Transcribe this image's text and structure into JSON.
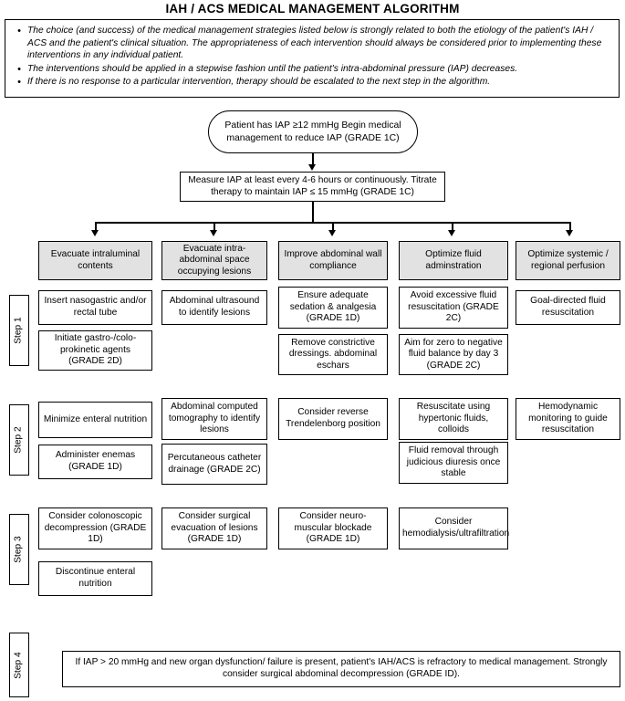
{
  "title": "IAH / ACS MEDICAL MANAGEMENT ALGORITHM",
  "notes": {
    "bullet_glyph": "•",
    "items": [
      "The choice (and success) of the medical management strategies listed below is strongly related to both the etiology of the patient's IAH / ACS and the patient's clinical situation. The appropriateness of each intervention should always be considered prior to implementing these interventions in any individual patient.",
      "The interventions should be applied in a stepwise fashion until the patient's intra-abdominal pressure (IAP) decreases.",
      "If there is no response to a particular intervention, therapy should be escalated to the next step in the algorithm."
    ]
  },
  "flow": {
    "start_node": "Patient has IAP ≥12 mmHg\nBegin medical management to reduce IAP\n(GRADE 1C)",
    "measure_node": "Measure IAP at least every 4-6 hours or continuously.\nTitrate therapy to maintain IAP ≤ 15 mmHg (GRADE 1C)"
  },
  "columns": [
    {
      "header": "Evacuate intraluminal contents"
    },
    {
      "header": "Evacuate intra-abdominal space occupying lesions"
    },
    {
      "header": "Improve abdominal wall compliance"
    },
    {
      "header": "Optimize fluid adminstration"
    },
    {
      "header": "Optimize systemic / regional perfusion"
    }
  ],
  "steps": [
    {
      "label": "Step 1",
      "cells": [
        [
          "Insert nasogastric and/or rectal tube",
          "Initiate gastro-/colo-prokinetic agents (GRADE 2D)"
        ],
        [
          "Abdominal ultrasound to identify lesions"
        ],
        [
          "Ensure adequate sedation & analgesia (GRADE 1D)",
          "Remove constrictive dressings. abdominal eschars"
        ],
        [
          "Avoid excessive fluid resuscitation (GRADE 2C)",
          "Aim for zero to negative fluid balance by day 3 (GRADE 2C)"
        ],
        [
          "Goal-directed fluid resuscitation"
        ]
      ]
    },
    {
      "label": "Step 2",
      "cells": [
        [
          "Minimize enteral nutrition",
          "Administer enemas (GRADE 1D)"
        ],
        [
          "Abdominal computed tomography to identify lesions",
          "Percutaneous catheter drainage (GRADE 2C)"
        ],
        [
          "Consider reverse Trendelenborg position"
        ],
        [
          "Resuscitate using hypertonic fluids, colloids",
          "Fluid removal through judicious diuresis once stable"
        ],
        [
          "Hemodynamic monitoring to guide resuscitation"
        ]
      ]
    },
    {
      "label": "Step 3",
      "cells": [
        [
          "Consider colonoscopic decompression (GRADE 1D)",
          "Discontinue enteral nutrition"
        ],
        [
          "Consider surgical evacuation of lesions (GRADE 1D)"
        ],
        [
          "Consider neuro-muscular blockade (GRADE 1D)"
        ],
        [
          "Consider hemodialysis/ultrafiltration"
        ],
        []
      ]
    },
    {
      "label": "Step 4",
      "cells": [],
      "banner": "If IAP > 20 mmHg and new organ dysfunction/ failure is present, patient's IAH/ACS is refractory to medical management. Strongly consider surgical abdominal decompression (GRADE ID)."
    }
  ],
  "colors": {
    "header_fill": "#e2e2e2",
    "line": "#000000",
    "background": "#ffffff"
  }
}
